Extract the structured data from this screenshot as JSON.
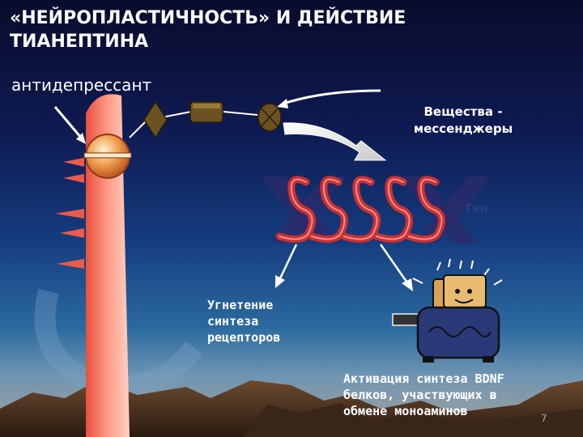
{
  "slide": {
    "title": "«НЕЙРОПЛАСТИЧНОСТЬ» И ДЕЙСТВИЕ\nТИАНЕПТИНА",
    "antidepressant_label": "антидепрессант",
    "messengers_label": "Вещества -\nмессенджеры",
    "inhibition_label": "Угнетение\nсинтеза\nрецепторов",
    "activation_label": "Активация синтеза BDNF\nбелков, участвующих в\nобмене моноаминов",
    "faint_text": "Ген",
    "slide_number": "7"
  },
  "icons": [
    "membrane",
    "receptor-sphere",
    "diamond-molecule",
    "capsule-molecule",
    "ellipse-molecule",
    "dna-coil",
    "toaster-icon",
    "mountains"
  ],
  "colors": {
    "membrane": "#f07a6a",
    "dna": "#b42828",
    "arrow": "#ffffff",
    "text": "#ffffff"
  }
}
